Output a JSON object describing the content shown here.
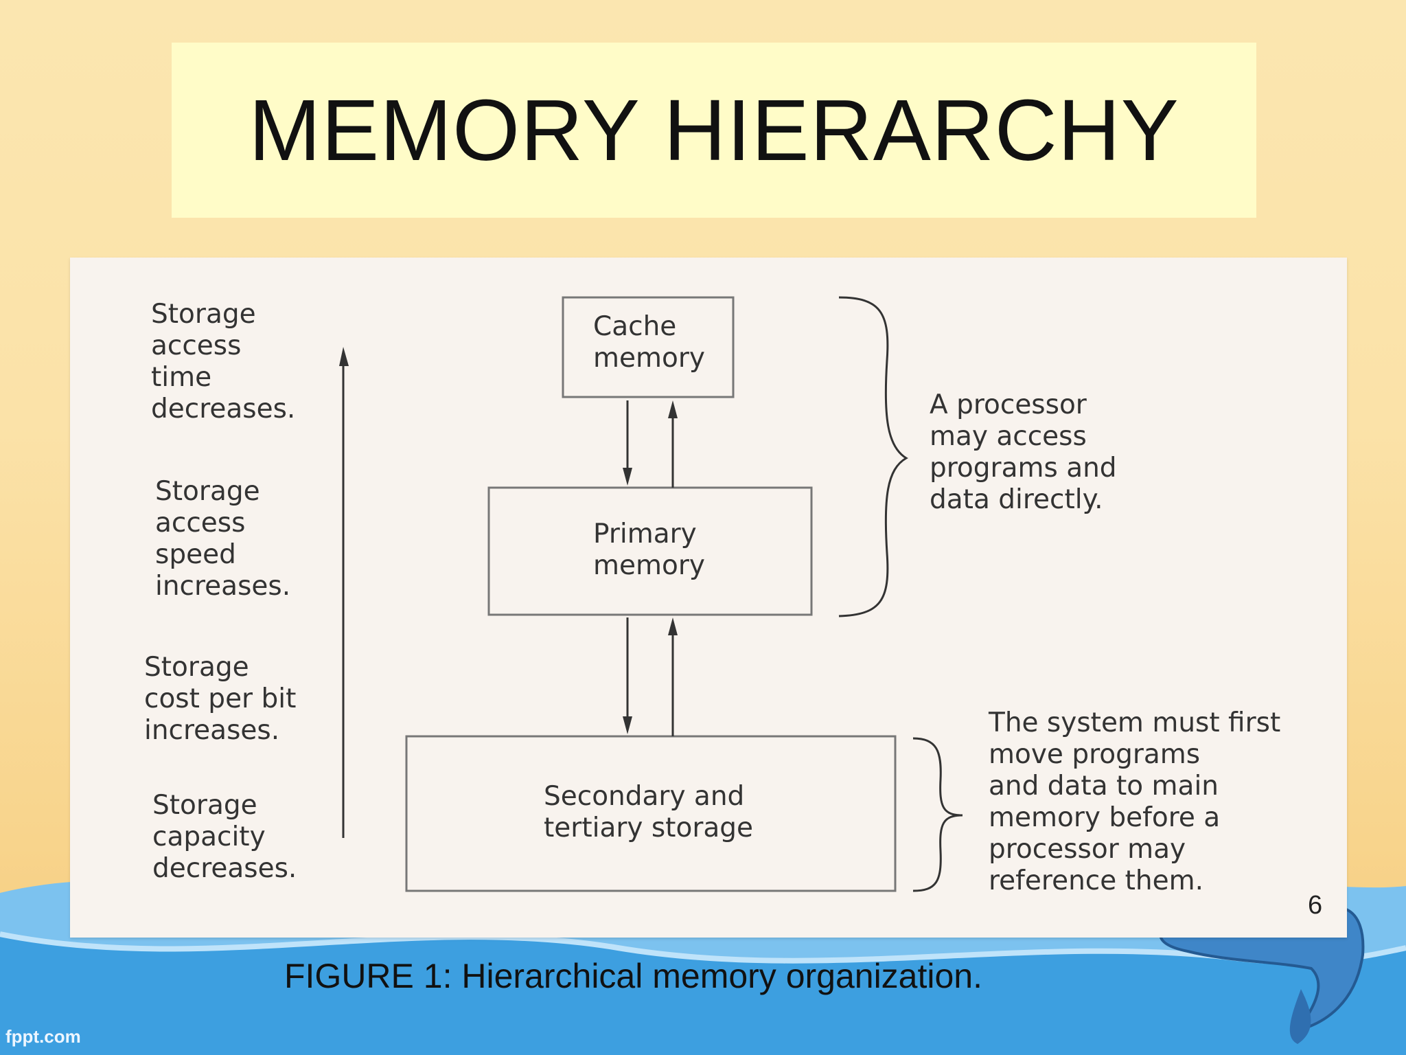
{
  "slide": {
    "title": "MEMORY HIERARCHY",
    "page_number": "6",
    "caption": "FIGURE 1: Hierarchical memory organization.",
    "footer": "fppt.com"
  },
  "diagram": {
    "boxes": [
      {
        "id": "cache",
        "label": "Cache\nmemory"
      },
      {
        "id": "primary",
        "label": "Primary\nmemory"
      },
      {
        "id": "secondary",
        "label": "Secondary and\ntertiary storage"
      }
    ],
    "left_notes": [
      "Storage\naccess\ntime\ndecreases.",
      "Storage\naccess\nspeed\nincreases.",
      "Storage\ncost per bit\nincreases.",
      "Storage\ncapacity\ndecreases."
    ],
    "right_notes": {
      "top": "A processor\nmay access\nprograms and\ndata directly.",
      "bottom": "The system must first\nmove programs\nand data to main\nmemory before a\nprocessor may\nreference them."
    }
  },
  "colors": {
    "background": "#fbe2a8",
    "title_box": "#fffcc8",
    "panel": "#f8f3ee",
    "wave": "#3d9fe0"
  }
}
